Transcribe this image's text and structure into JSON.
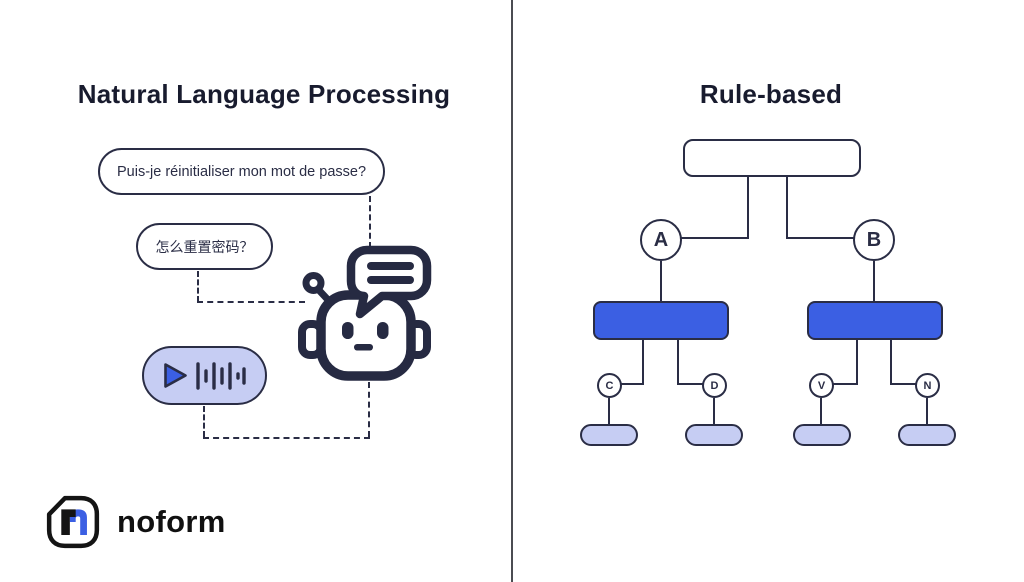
{
  "left_panel": {
    "title": "Natural Language Processing",
    "bubble_french": "Puis-je réinitialiser mon mot de passe?",
    "bubble_chinese": "怎么重置密码？",
    "voice_message": {
      "play_icon": "play-icon",
      "waveform_icon": "waveform-icon"
    },
    "robot_icon": "chatbot-icon"
  },
  "right_panel": {
    "title": "Rule-based",
    "tree": {
      "root_label": "",
      "branches": [
        {
          "node": "A",
          "children": [
            "C",
            "D"
          ]
        },
        {
          "node": "B",
          "children": [
            "V",
            "N"
          ]
        }
      ]
    }
  },
  "branding": {
    "logo_text": "noform",
    "logo_icon": "noform-logo-icon"
  },
  "colors": {
    "ink_navy": "#2a2d45",
    "accent_blue": "#3b5fe3",
    "lavender": "#c6cdf3",
    "background": "#ffffff"
  }
}
